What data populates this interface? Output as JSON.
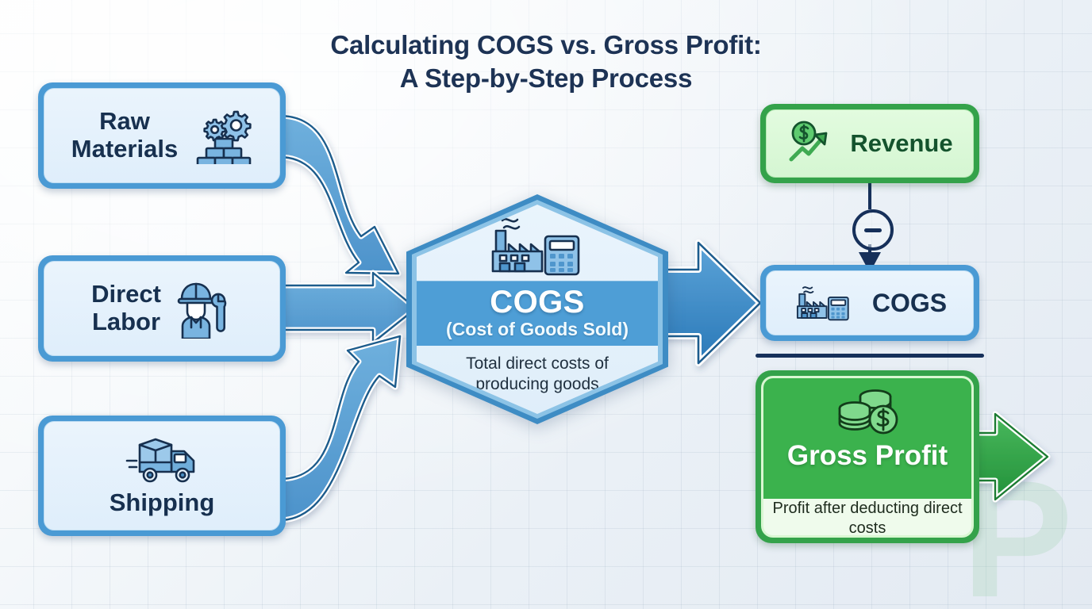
{
  "title": {
    "line1": "Calculating COGS vs. Gross Profit:",
    "line2": "A Step-by-Step Process"
  },
  "watermark": "P",
  "inputs": [
    {
      "id": "raw-materials",
      "label": "Raw\nMaterials",
      "icon": "gears-bricks-icon"
    },
    {
      "id": "direct-labor",
      "label": "Direct\nLabor",
      "icon": "worker-wrench-icon"
    },
    {
      "id": "shipping",
      "label": "Shipping",
      "icon": "delivery-truck-icon"
    }
  ],
  "hexagon": {
    "icon": "factory-calculator-icon",
    "title": "COGS",
    "subtitle": "(Cost of Goods Sold)",
    "description": "Total direct costs of producing goods"
  },
  "equation": {
    "revenue": {
      "label": "Revenue",
      "icon": "dollar-growth-arrow-icon"
    },
    "operator": "minus-operator",
    "cogs": {
      "label": "COGS",
      "icon": "factory-calculator-icon"
    },
    "result": {
      "title": "Gross Profit",
      "description": "Profit after deducting direct costs",
      "icon": "coins-dollar-icon"
    }
  },
  "colors": {
    "blue_border": "#3e8cc4",
    "blue_dark": "#2f7bb5",
    "blue_fill": "#e9f4fc",
    "blue_band": "#4e9ed6",
    "navy_text": "#17304f",
    "green_border": "#34a24a",
    "green_fill": "#d5f6d2",
    "green_solid": "#3bb24d",
    "green_dark_text": "#14532d",
    "equation_line": "#16305a",
    "background": "#eef2f7"
  }
}
